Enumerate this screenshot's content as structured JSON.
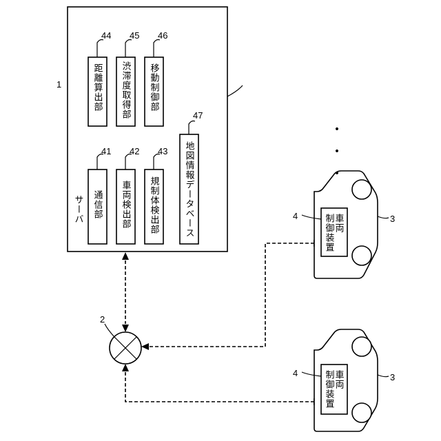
{
  "figure": {
    "server": {
      "label": "サーバ",
      "ref": "1"
    },
    "units": [
      {
        "ref": "44",
        "label": "距離算出部"
      },
      {
        "ref": "45",
        "label": "渋滞度取得部"
      },
      {
        "ref": "46",
        "label": "移動制御部"
      },
      {
        "ref": "41",
        "label": "通信部"
      },
      {
        "ref": "42",
        "label": "車両検出部"
      },
      {
        "ref": "43",
        "label": "規制体検出部"
      }
    ],
    "database": {
      "ref": "47",
      "label": "地図情報データベース"
    },
    "network": {
      "ref": "2"
    },
    "vehicles": [
      {
        "ref": "3",
        "device_ref": "4",
        "device_label_line1": "車両",
        "device_label_line2": "制御装置"
      },
      {
        "ref": "3",
        "device_ref": "4",
        "device_label_line1": "車両",
        "device_label_line2": "制御装置"
      }
    ],
    "ellipsis": "• • •"
  }
}
